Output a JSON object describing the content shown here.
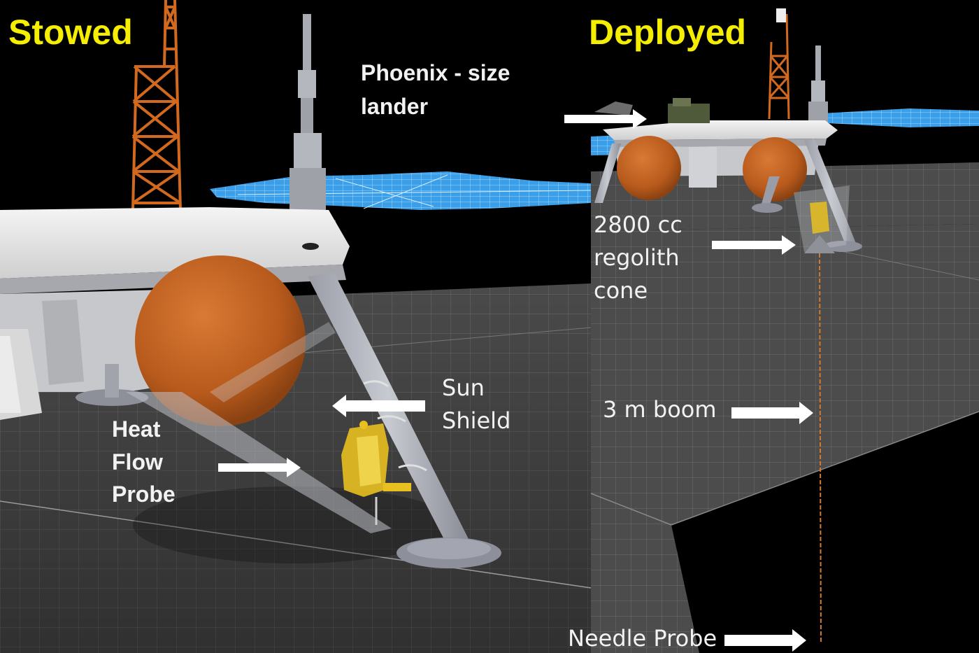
{
  "panels": {
    "left_title": "Stowed",
    "right_title": "Deployed"
  },
  "labels": {
    "lander_line1": "Phoenix - size",
    "lander_line2": "lander",
    "sun_line1": "Sun",
    "sun_line2": "Shield",
    "heat_line1": "Heat",
    "heat_line2": "Flow",
    "heat_line3": "Probe",
    "cone_line1": "2800 cc",
    "cone_line2": "regolith",
    "cone_line3": "cone",
    "boom": "3 m boom",
    "needle": "Needle Probe"
  },
  "colors": {
    "title": "#f5ee00",
    "tank": "#c0641f",
    "solar": "#3a9ee8",
    "tower": "#d2691e",
    "probe": "#e8c020",
    "deck": "#e6e6e6"
  }
}
